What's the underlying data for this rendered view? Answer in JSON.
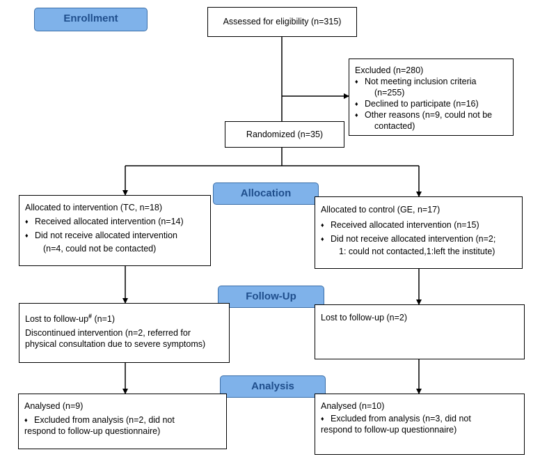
{
  "stages": {
    "enrollment": "Enrollment",
    "allocation": "Allocation",
    "follow_up": "Follow-Up",
    "analysis": "Analysis"
  },
  "assessed": "Assessed for eligibility (n=315)",
  "excluded": {
    "title": "Excluded (n=280)",
    "items": [
      "Not meeting inclusion criteria",
      "Declined to participate (n=16)",
      "Other reasons (n=9, could not be"
    ],
    "continuations": [
      "(n=255)",
      "contacted)"
    ]
  },
  "randomized": "Randomized (n=35)",
  "allocation_left": {
    "title": "Allocated to intervention (TC, n=18)",
    "received": "Received allocated intervention (n=14)",
    "not_received": "Did not receive allocated intervention",
    "not_received_detail": "(n=4, could not be contacted)"
  },
  "allocation_right": {
    "title": "Allocated to control (GE, n=17)",
    "received": "Received allocated intervention (n=15)",
    "not_received": "Did not receive allocated intervention (n=2;",
    "not_received_detail": "1: could not contacted,1:left the institute)"
  },
  "followup_left": {
    "lost_prefix": "Lost to follow-up",
    "lost_mark": "#",
    "lost_suffix": " (n=1)",
    "discontinued_1": "Discontinued intervention (n=2, referred for",
    "discontinued_2": "physical consultation due to severe symptoms)"
  },
  "followup_right": {
    "lost": "Lost to follow-up (n=2)"
  },
  "analysis_left": {
    "analysed": "Analysed (n=9)",
    "excluded_1": "Excluded from analysis (n=2, did not",
    "excluded_2": "respond to follow-up questionnaire)"
  },
  "analysis_right": {
    "analysed": "Analysed (n=10)",
    "excluded_1": "Excluded from analysis (n=3, did not",
    "excluded_2": "respond to follow-up questionnaire)"
  },
  "colors": {
    "stage_fill": "#7fb2ea",
    "stage_border": "#3a6ea8",
    "stage_text": "#1f4e8c"
  }
}
